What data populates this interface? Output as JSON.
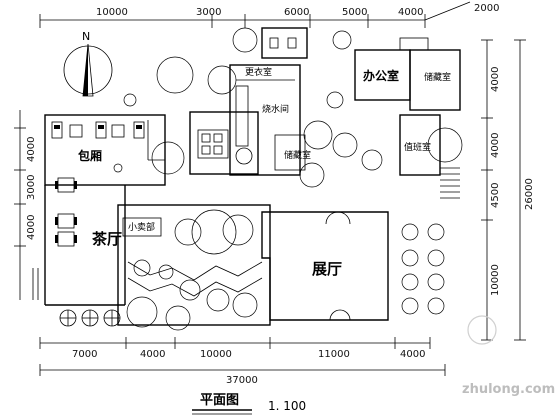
{
  "top_dimensions": [
    "10000",
    "3000",
    "6000",
    "5000",
    "4000"
  ],
  "top_right_dimension": "2000",
  "bottom_dimensions": [
    "7000",
    "4000",
    "10000",
    "11000",
    "4000"
  ],
  "bottom_total": "37000",
  "left_dimensions": [
    "4000",
    "3000",
    "4000"
  ],
  "right_dimensions": [
    "4000",
    "4000",
    "4500",
    "10000"
  ],
  "right_total": "26000",
  "rooms": {
    "private_room": "包厢",
    "tea_hall": "茶厅",
    "small_shop": "小卖部",
    "exhibition_hall": "展厅",
    "changing_room": "更衣室",
    "boiler_room": "烧水间",
    "storage_left": "储藏室",
    "office": "办公室",
    "storage_right": "储藏室",
    "duty_room": "值班室"
  },
  "title": "平面图",
  "scale": "1. 100",
  "north_label": "N",
  "watermark": "zhulong.com"
}
